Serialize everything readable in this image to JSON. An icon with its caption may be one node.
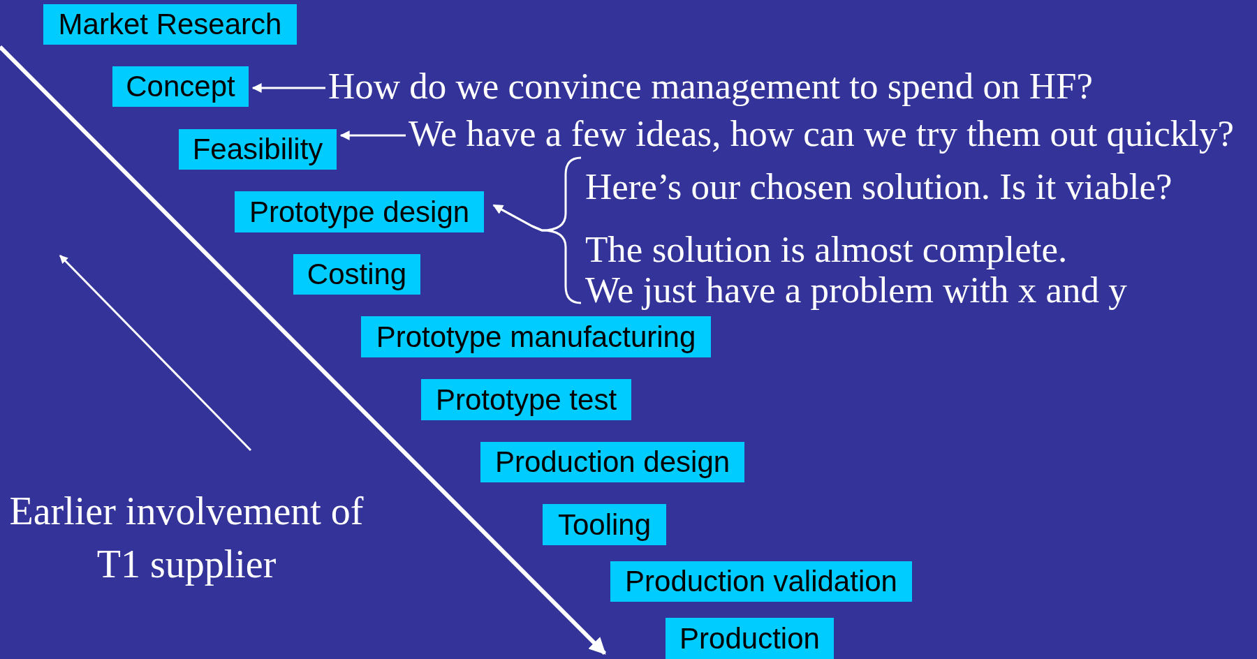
{
  "diagram": {
    "nodes": [
      {
        "text": [
          "Market Research"
        ]
      },
      {
        "text": [
          "Concept"
        ]
      },
      {
        "text": [
          "Feasibility"
        ]
      },
      {
        "text": [
          "Prototype design"
        ]
      },
      {
        "text": [
          "Costing"
        ]
      },
      {
        "text": [
          "Prototype manufacturing"
        ]
      },
      {
        "text": [
          "Prototype test"
        ]
      },
      {
        "text": [
          "Production design"
        ]
      },
      {
        "text": [
          "Tooling"
        ]
      },
      {
        "text": [
          "Production validation"
        ]
      },
      {
        "text": [
          "Production"
        ]
      },
      {
        "text": [
          "How do we convince management to spend on HF?"
        ]
      },
      {
        "text": [
          "We have a few ideas, how can we try them out quickly?"
        ]
      },
      {
        "text": [
          "Here’s our chosen solution. Is it viable?"
        ]
      },
      {
        "text": [
          "The solution is almost complete.",
          "We just have a problem with x and y"
        ]
      }
    ],
    "edges": [
      {
        "from": 11,
        "to": 1,
        "arrow": "to"
      },
      {
        "from": 12,
        "to": 2,
        "arrow": "to"
      },
      {
        "from": 13,
        "to": 3,
        "arrow": "to"
      },
      {
        "from": 14,
        "to": 3,
        "arrow": "to"
      }
    ],
    "labels": [
      "Earlier involvement of T1 supplier"
    ]
  }
}
